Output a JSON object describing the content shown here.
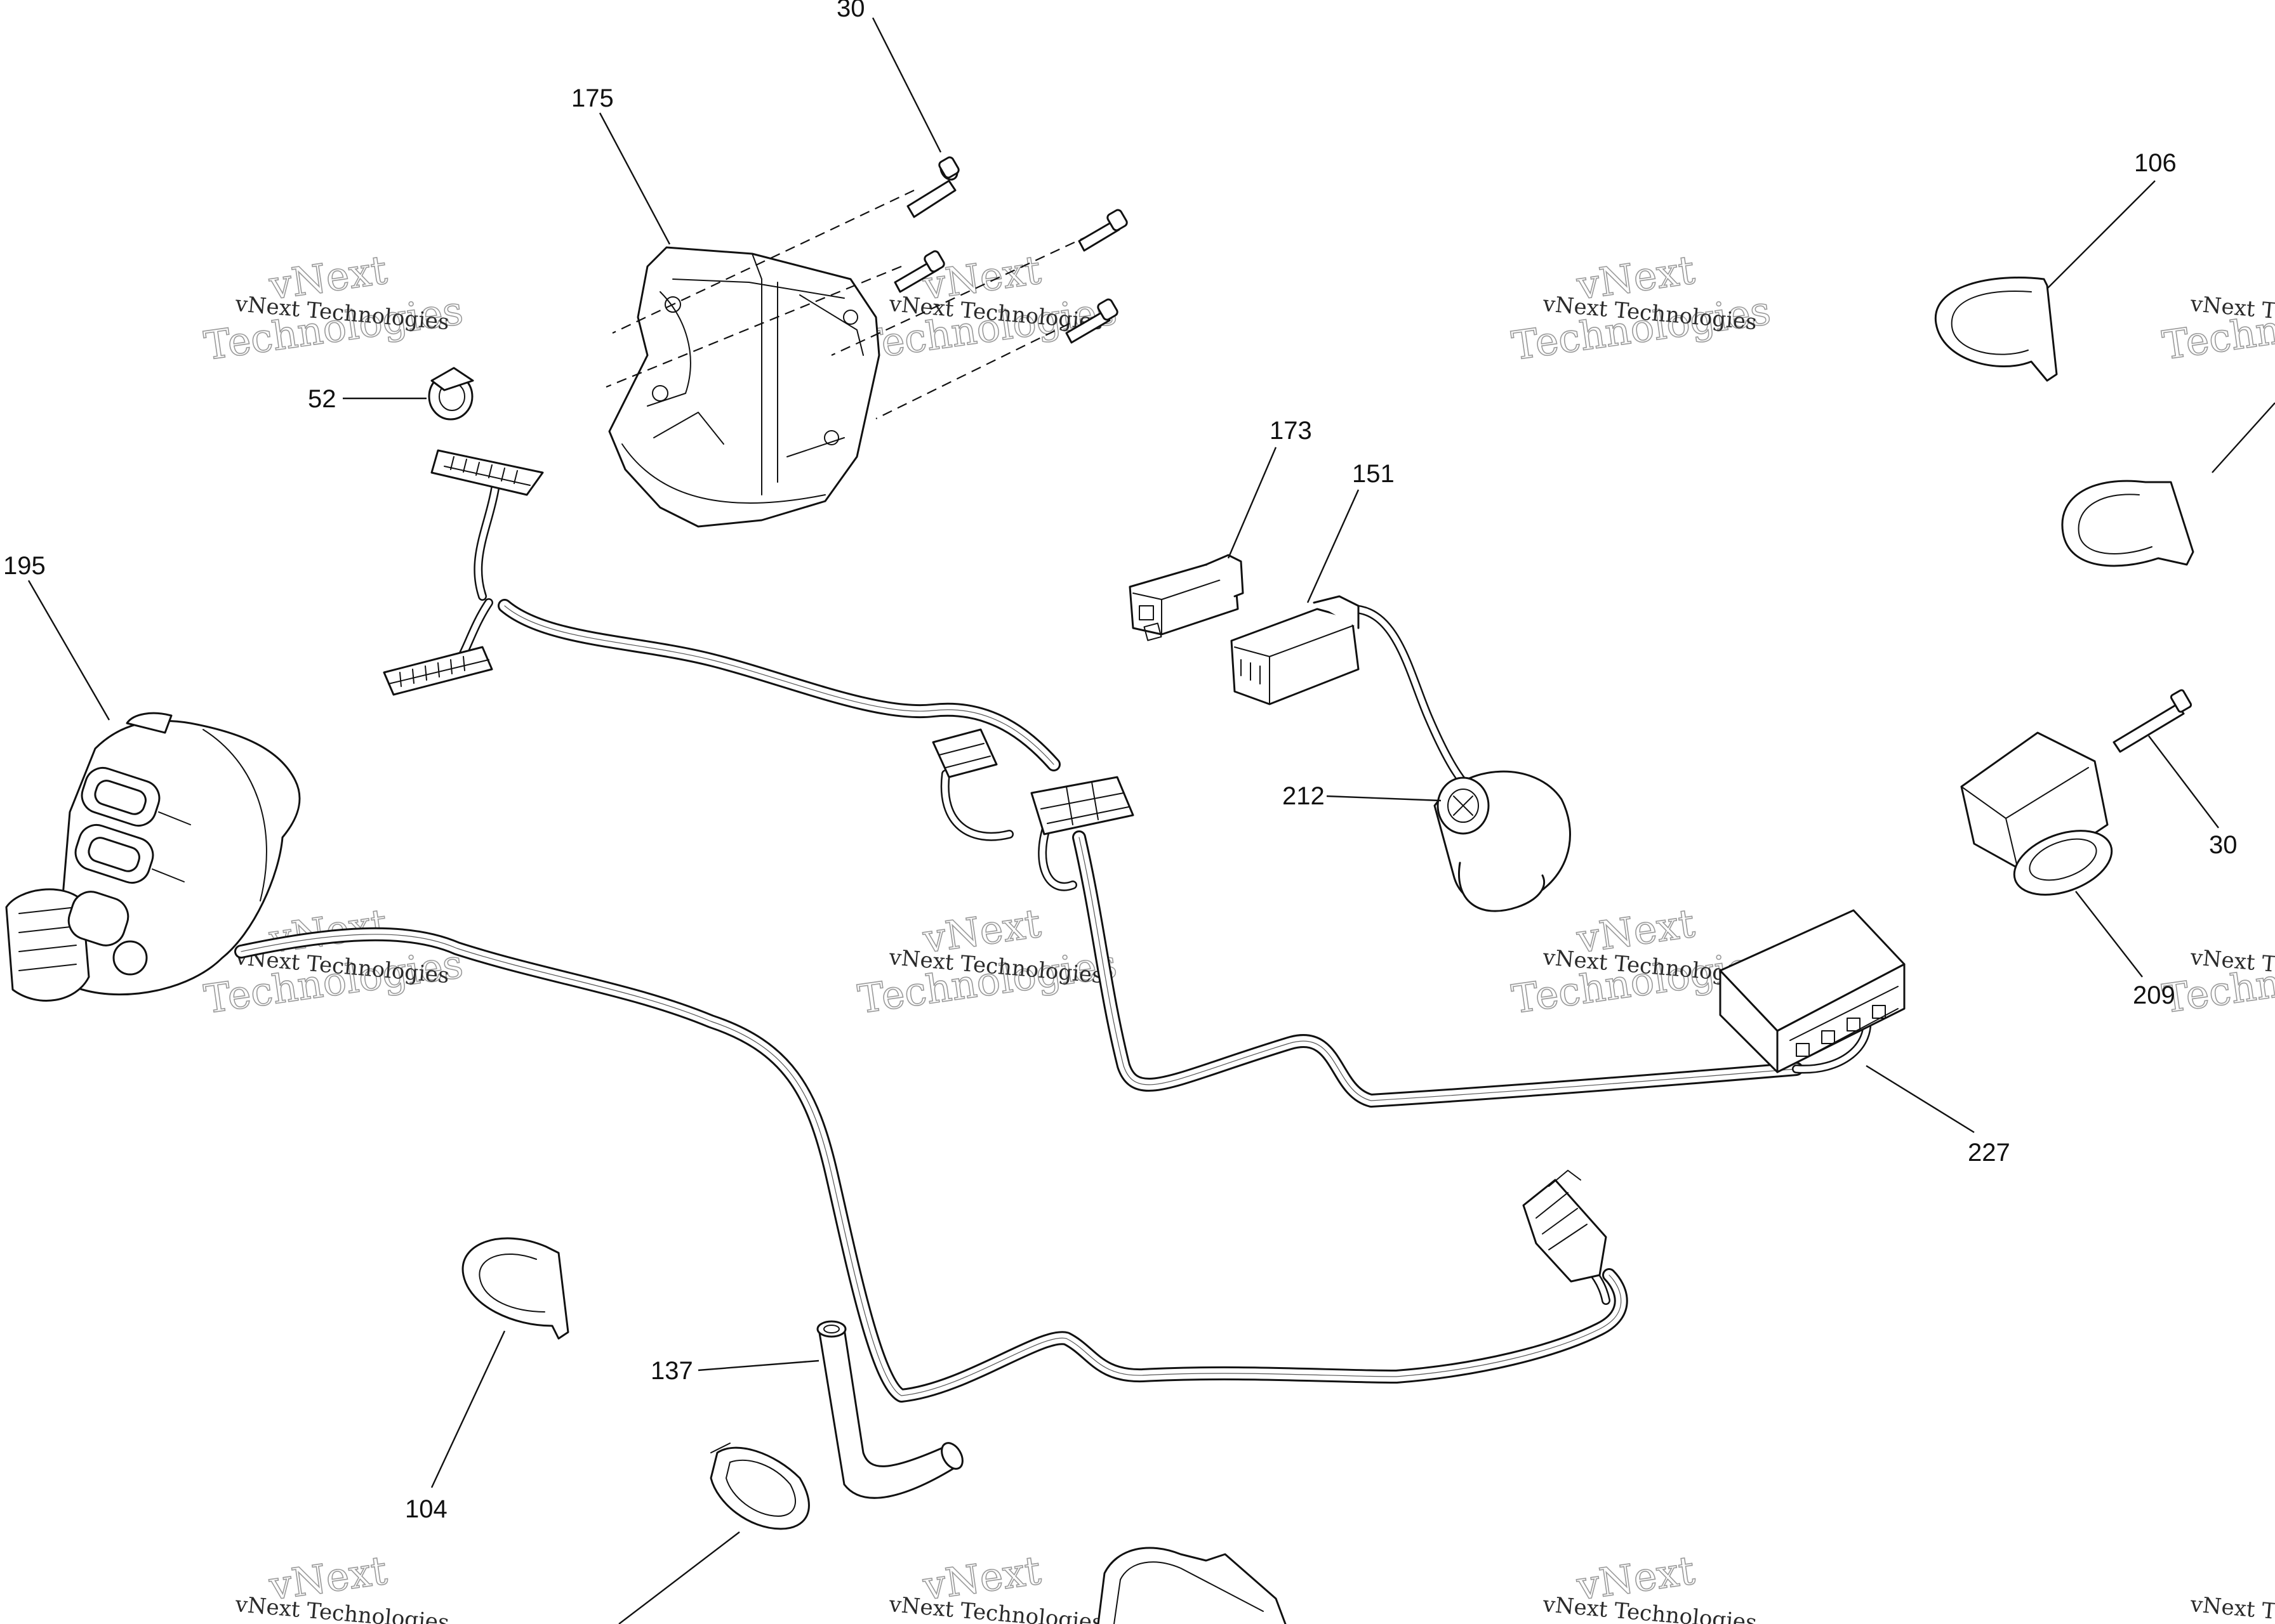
{
  "watermark": {
    "line1": "vNext Technologies",
    "line2": "Technologies"
  },
  "callouts": [
    {
      "id": "30",
      "label": "30",
      "part": "screw"
    },
    {
      "id": "175",
      "label": "175",
      "part": "switch-housing-cover"
    },
    {
      "id": "106",
      "label": "106",
      "part": "cable-clamp"
    },
    {
      "id": "52",
      "label": "52",
      "part": "wire-clip"
    },
    {
      "id": "173",
      "label": "173",
      "part": "connector"
    },
    {
      "id": "151",
      "label": "151",
      "part": "connector-harness"
    },
    {
      "id": "195",
      "label": "195",
      "part": "handlebar-switch-assembly"
    },
    {
      "id": "212",
      "label": "212",
      "part": "sensor"
    },
    {
      "id": "30b",
      "label": "30",
      "part": "pin"
    },
    {
      "id": "209",
      "label": "209",
      "part": "grommet"
    },
    {
      "id": "227",
      "label": "227",
      "part": "module"
    },
    {
      "id": "137",
      "label": "137",
      "part": "tube"
    },
    {
      "id": "104",
      "label": "104",
      "part": "cable-clamp"
    }
  ]
}
